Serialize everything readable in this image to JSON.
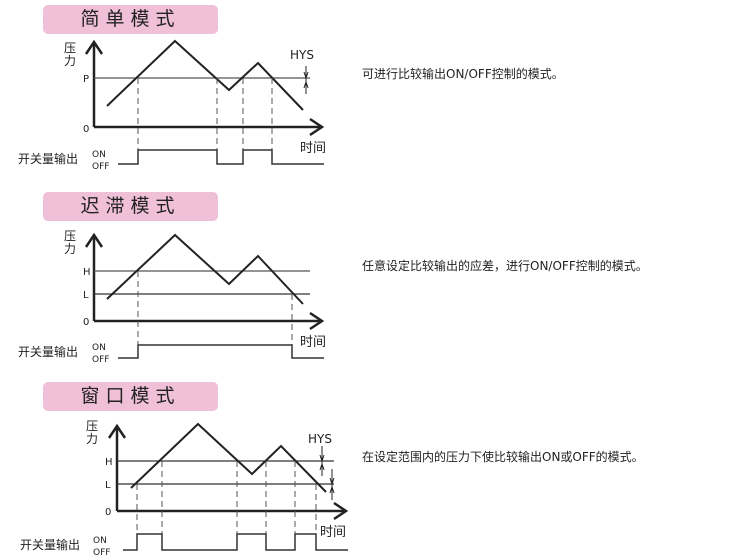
{
  "sections": [
    {
      "title": "简单模式",
      "description": "可进行比较输出ON/OFF控制的模式。",
      "level_labels": [
        "P"
      ]
    },
    {
      "title": "迟滞模式",
      "description": "任意设定比较输出的应差，进行ON/OFF控制的模式。",
      "level_labels": [
        "H",
        "L"
      ]
    },
    {
      "title": "窗口模式",
      "description": "在设定范围内的压力下使比较输出ON或OFF的模式。",
      "level_labels": [
        "H",
        "L"
      ]
    }
  ],
  "axis": {
    "y_label_1": "压",
    "y_label_2": "力",
    "zero": "0",
    "x_label": "时间",
    "hys": "HYS"
  },
  "output": {
    "label": "开关量输出",
    "on": "ON",
    "off": "OFF"
  },
  "colors": {
    "banner": "#f0bfd8",
    "line": "#222222",
    "level": "#555555"
  }
}
